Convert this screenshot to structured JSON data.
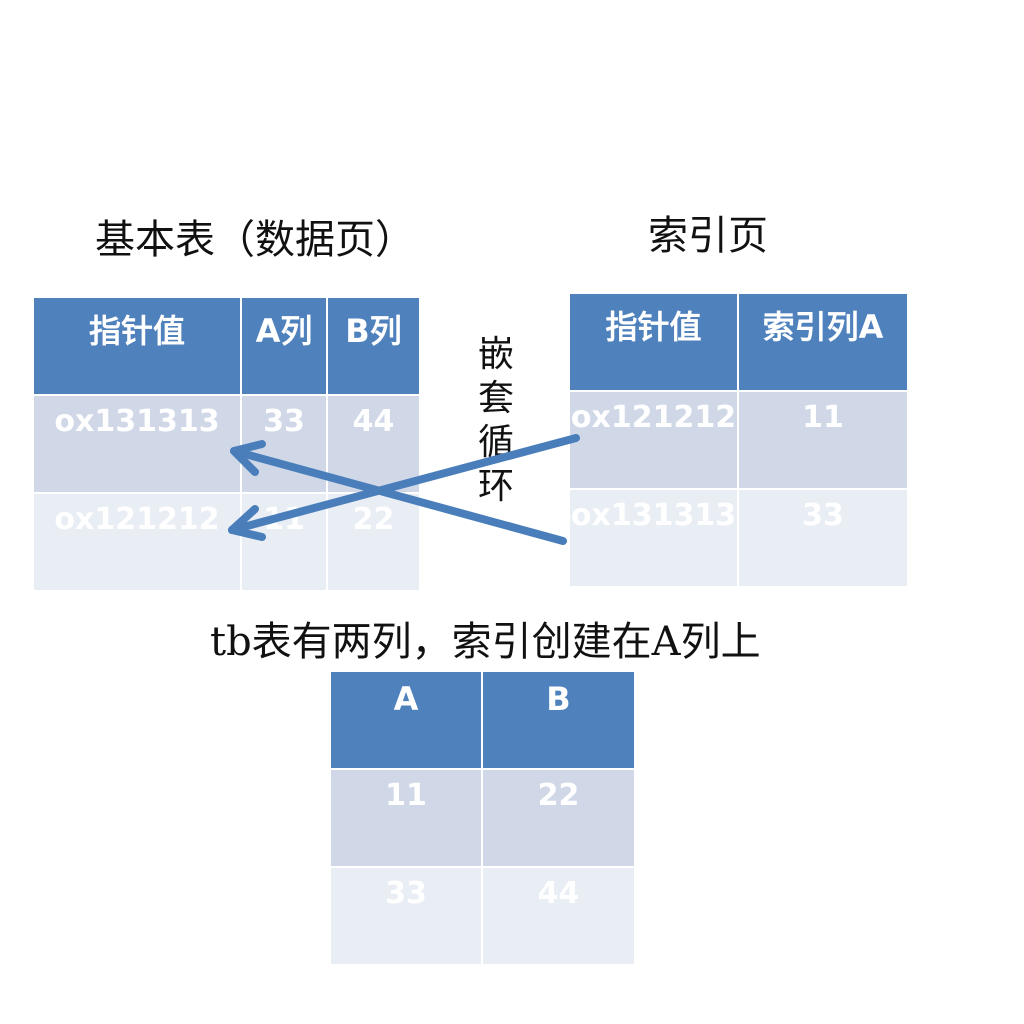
{
  "base_table": {
    "title": "基本表（数据页）",
    "headers": [
      "指针值",
      "A列",
      "B列"
    ],
    "rows": [
      [
        "ox131313",
        "33",
        "44"
      ],
      [
        "ox121212",
        "11",
        "22"
      ]
    ]
  },
  "index_page": {
    "title": "索引页",
    "headers": [
      "指针值",
      "索引列A"
    ],
    "rows": [
      [
        "ox121212",
        "11"
      ],
      [
        "ox131313",
        "33"
      ]
    ]
  },
  "loop_label": "嵌套循环",
  "tb_table": {
    "caption": "tb表有两列，索引创建在A列上",
    "headers": [
      "A",
      "B"
    ],
    "rows": [
      [
        "11",
        "22"
      ],
      [
        "33",
        "44"
      ]
    ]
  },
  "colors": {
    "header": "#4f81bd",
    "row_dark": "#d0d8e8",
    "row_light": "#e9edf4",
    "arrow": "#4a7ebb"
  }
}
